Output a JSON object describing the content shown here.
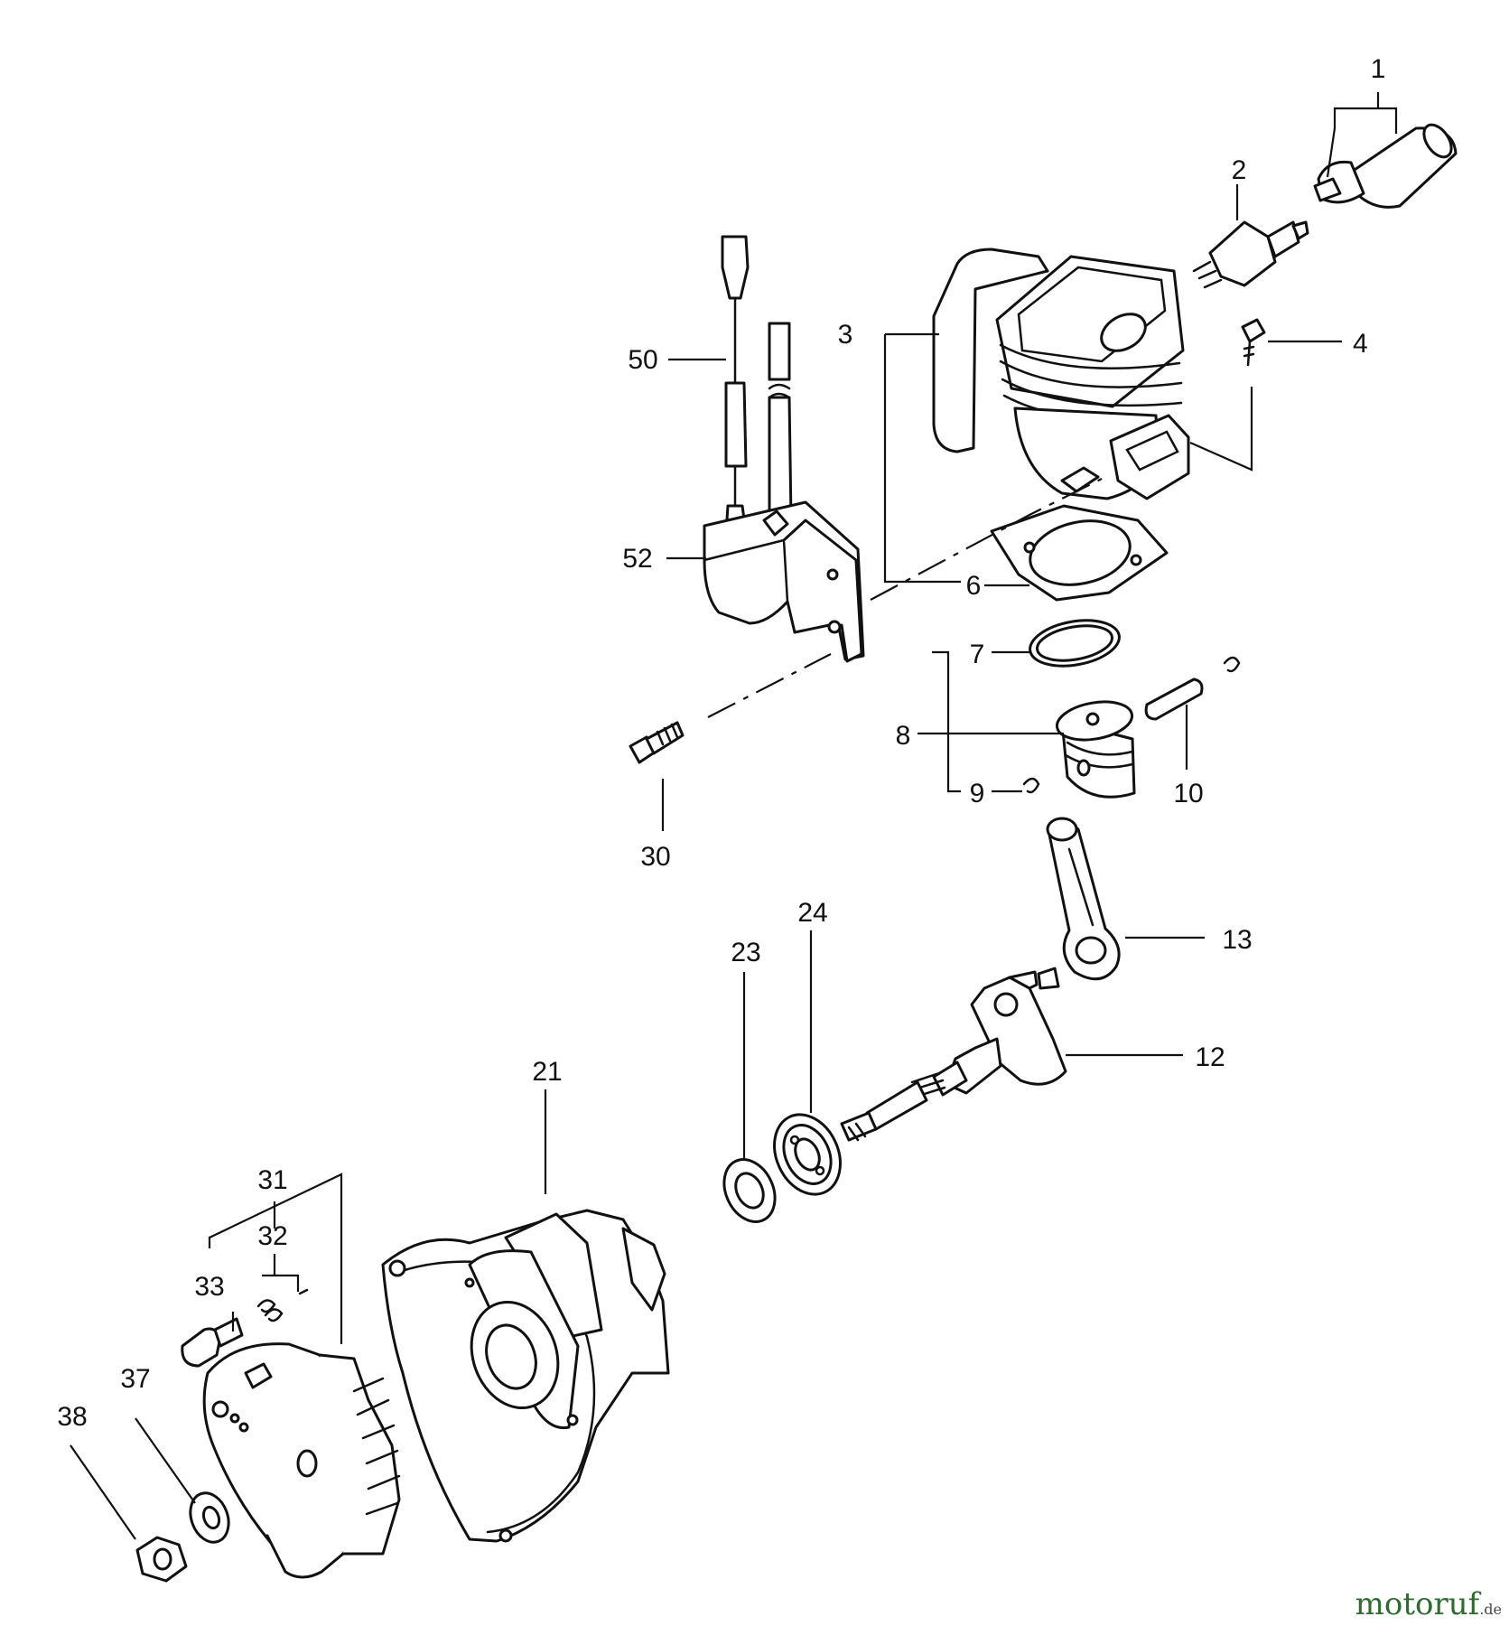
{
  "callouts": [
    {
      "id": "1",
      "text": "1"
    },
    {
      "id": "2",
      "text": "2"
    },
    {
      "id": "3",
      "text": "3"
    },
    {
      "id": "4",
      "text": "4"
    },
    {
      "id": "6",
      "text": "6"
    },
    {
      "id": "7",
      "text": "7"
    },
    {
      "id": "8",
      "text": "8"
    },
    {
      "id": "9",
      "text": "9"
    },
    {
      "id": "10",
      "text": "10"
    },
    {
      "id": "12",
      "text": "12"
    },
    {
      "id": "13",
      "text": "13"
    },
    {
      "id": "21",
      "text": "21"
    },
    {
      "id": "23",
      "text": "23"
    },
    {
      "id": "24",
      "text": "24"
    },
    {
      "id": "30",
      "text": "30"
    },
    {
      "id": "31",
      "text": "31"
    },
    {
      "id": "32",
      "text": "32"
    },
    {
      "id": "33",
      "text": "33"
    },
    {
      "id": "37",
      "text": "37"
    },
    {
      "id": "38",
      "text": "38"
    },
    {
      "id": "50",
      "text": "50"
    },
    {
      "id": "52",
      "text": "52"
    }
  ],
  "watermark": {
    "brand": "motoruf",
    "tld": ".de"
  }
}
